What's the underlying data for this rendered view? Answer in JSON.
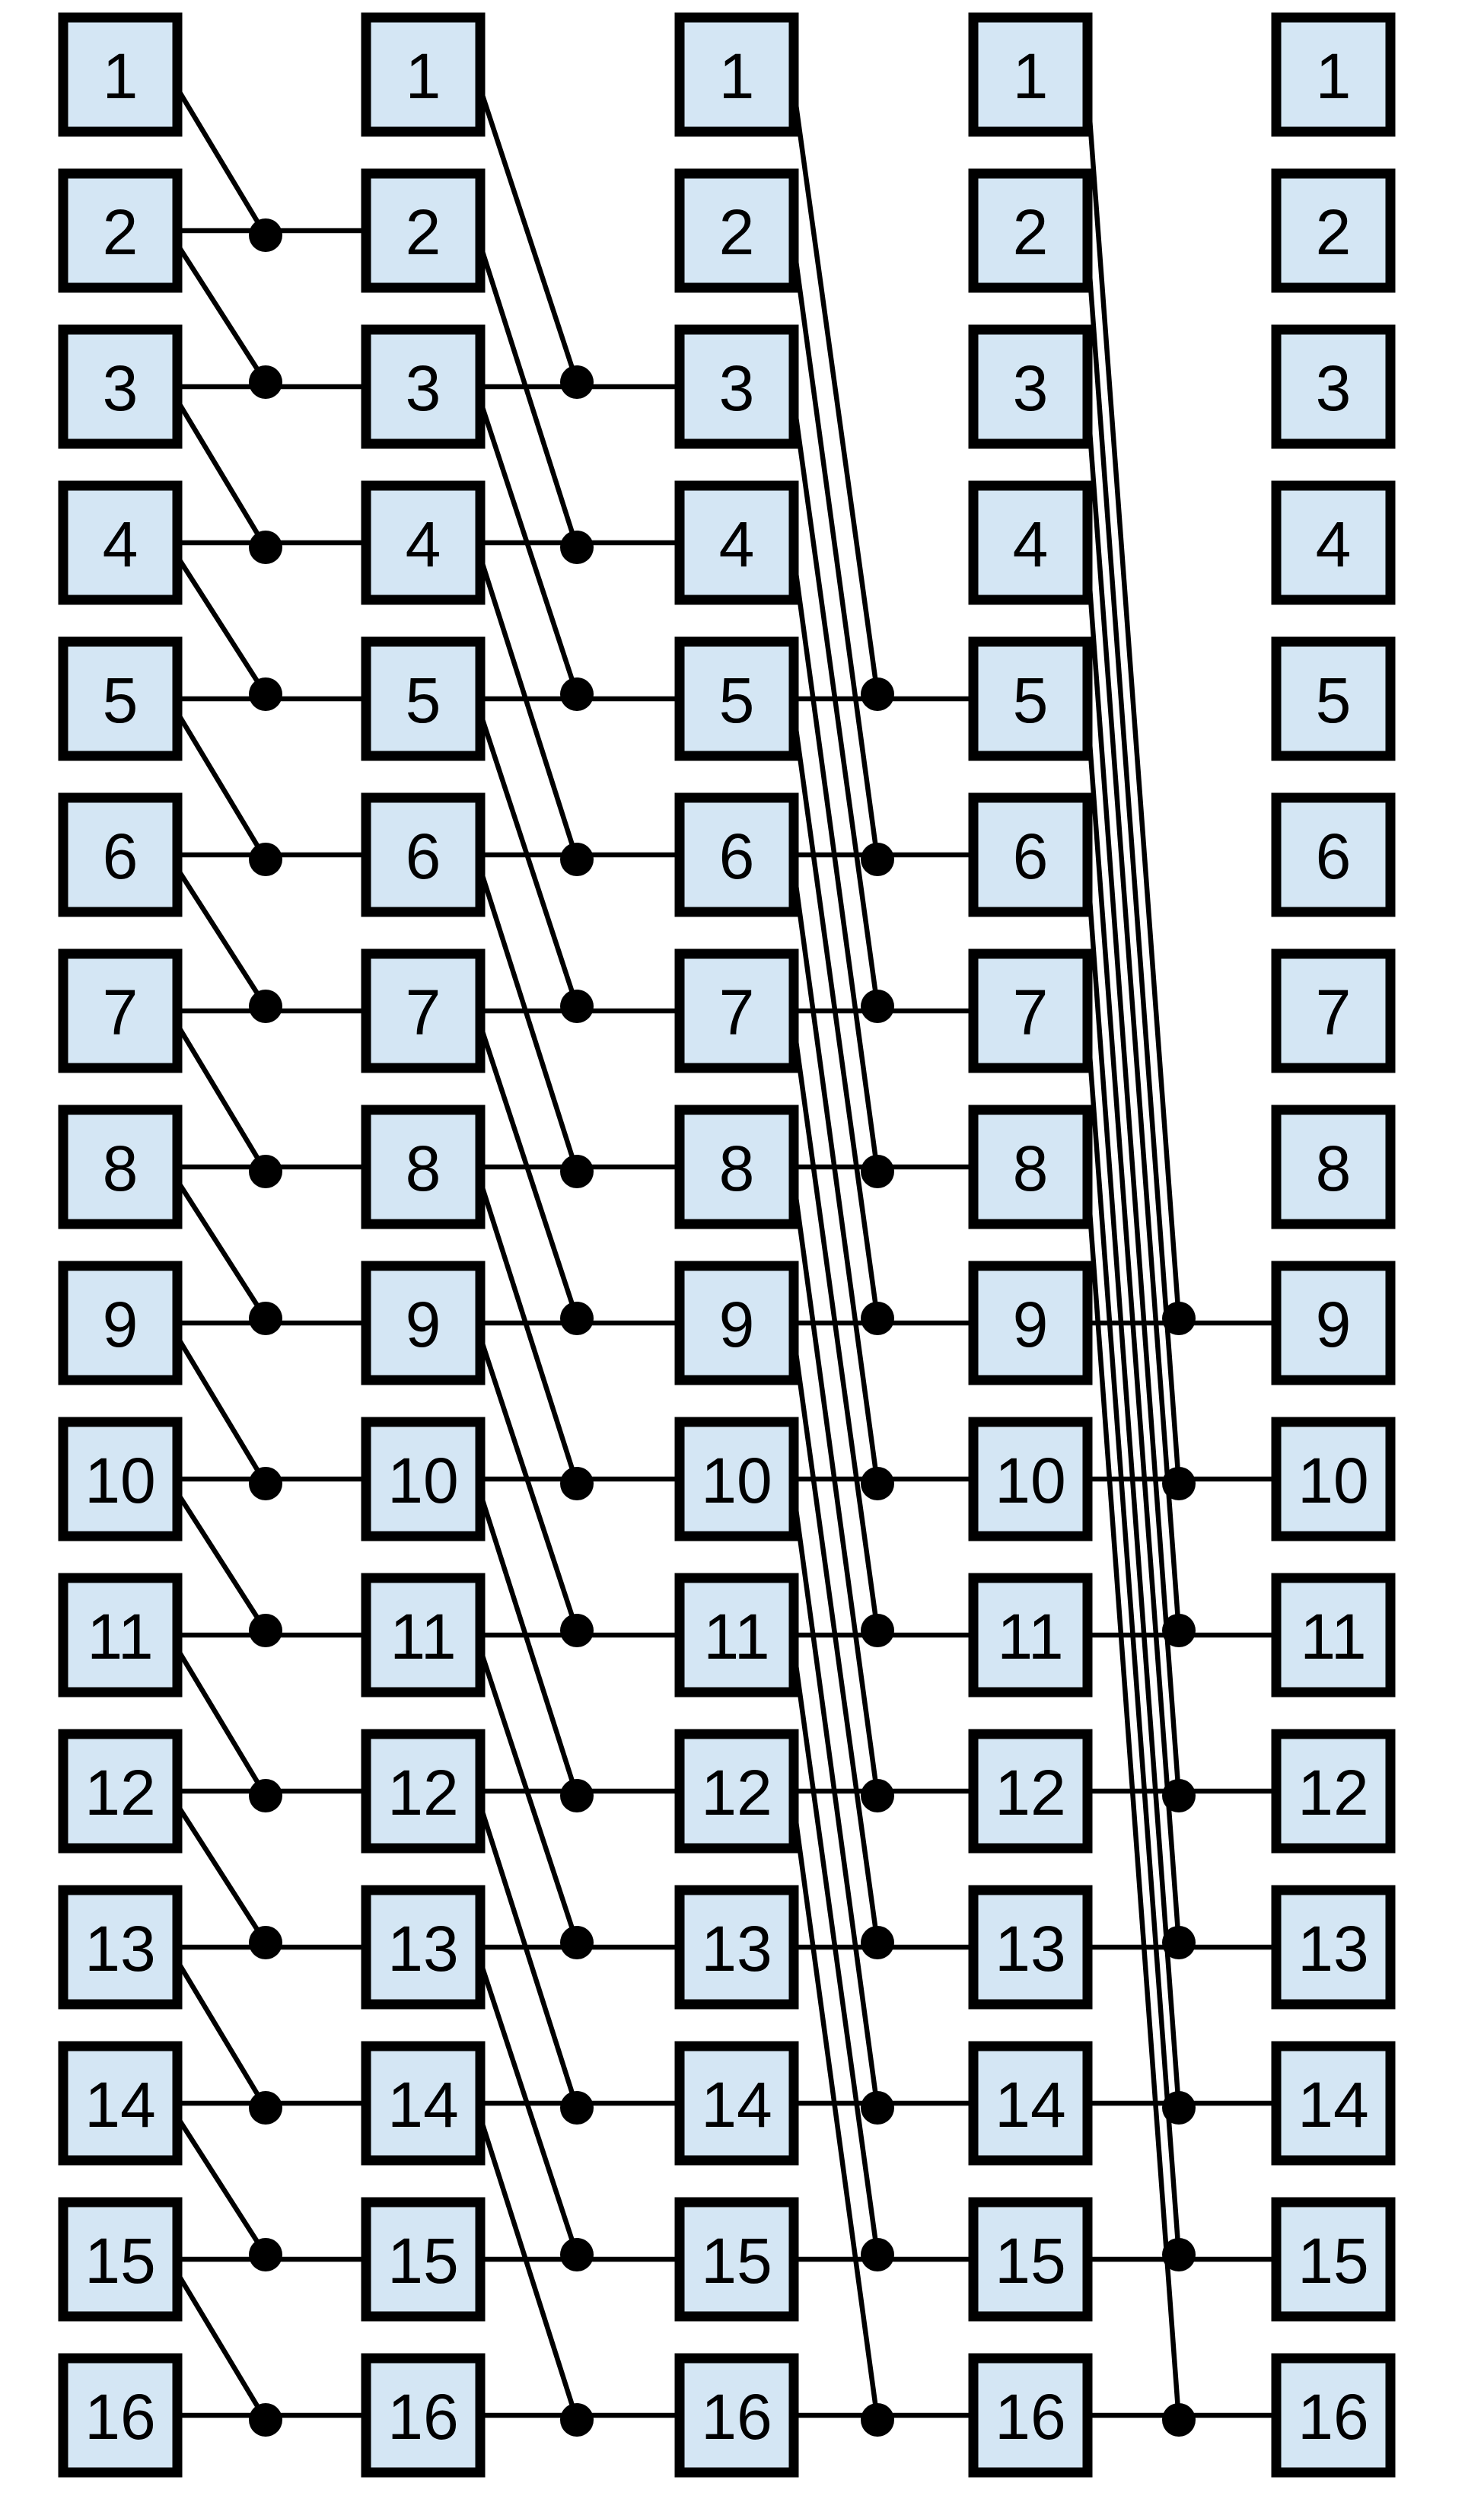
{
  "columns": [
    {
      "labels": [
        "1",
        "2",
        "3",
        "4",
        "5",
        "6",
        "7",
        "8",
        "9",
        "10",
        "11",
        "12",
        "13",
        "14",
        "15",
        "16"
      ]
    },
    {
      "labels": [
        "1",
        "2",
        "3",
        "4",
        "5",
        "6",
        "7",
        "8",
        "9",
        "10",
        "11",
        "12",
        "13",
        "14",
        "15",
        "16"
      ]
    },
    {
      "labels": [
        "1",
        "2",
        "3",
        "4",
        "5",
        "6",
        "7",
        "8",
        "9",
        "10",
        "11",
        "12",
        "13",
        "14",
        "15",
        "16"
      ]
    },
    {
      "labels": [
        "1",
        "2",
        "3",
        "4",
        "5",
        "6",
        "7",
        "8",
        "9",
        "10",
        "11",
        "12",
        "13",
        "14",
        "15",
        "16"
      ]
    },
    {
      "labels": [
        "1",
        "2",
        "3",
        "4",
        "5",
        "6",
        "7",
        "8",
        "9",
        "10",
        "11",
        "12",
        "13",
        "14",
        "15",
        "16"
      ]
    }
  ],
  "stages": [
    {
      "from_column": 1,
      "to_column": 2,
      "offset": 1,
      "targets": [
        2,
        3,
        4,
        5,
        6,
        7,
        8,
        9,
        10,
        11,
        12,
        13,
        14,
        15,
        16
      ]
    },
    {
      "from_column": 2,
      "to_column": 3,
      "offset": 2,
      "targets": [
        3,
        4,
        5,
        6,
        7,
        8,
        9,
        10,
        11,
        12,
        13,
        14,
        15,
        16
      ]
    },
    {
      "from_column": 3,
      "to_column": 4,
      "offset": 4,
      "targets": [
        5,
        6,
        7,
        8,
        9,
        10,
        11,
        12,
        13,
        14,
        15,
        16
      ]
    },
    {
      "from_column": 4,
      "to_column": 5,
      "offset": 8,
      "targets": [
        9,
        10,
        11,
        12,
        13,
        14,
        15,
        16
      ]
    }
  ],
  "colors": {
    "box_fill": "#d4e6f4",
    "stroke": "#000000"
  }
}
